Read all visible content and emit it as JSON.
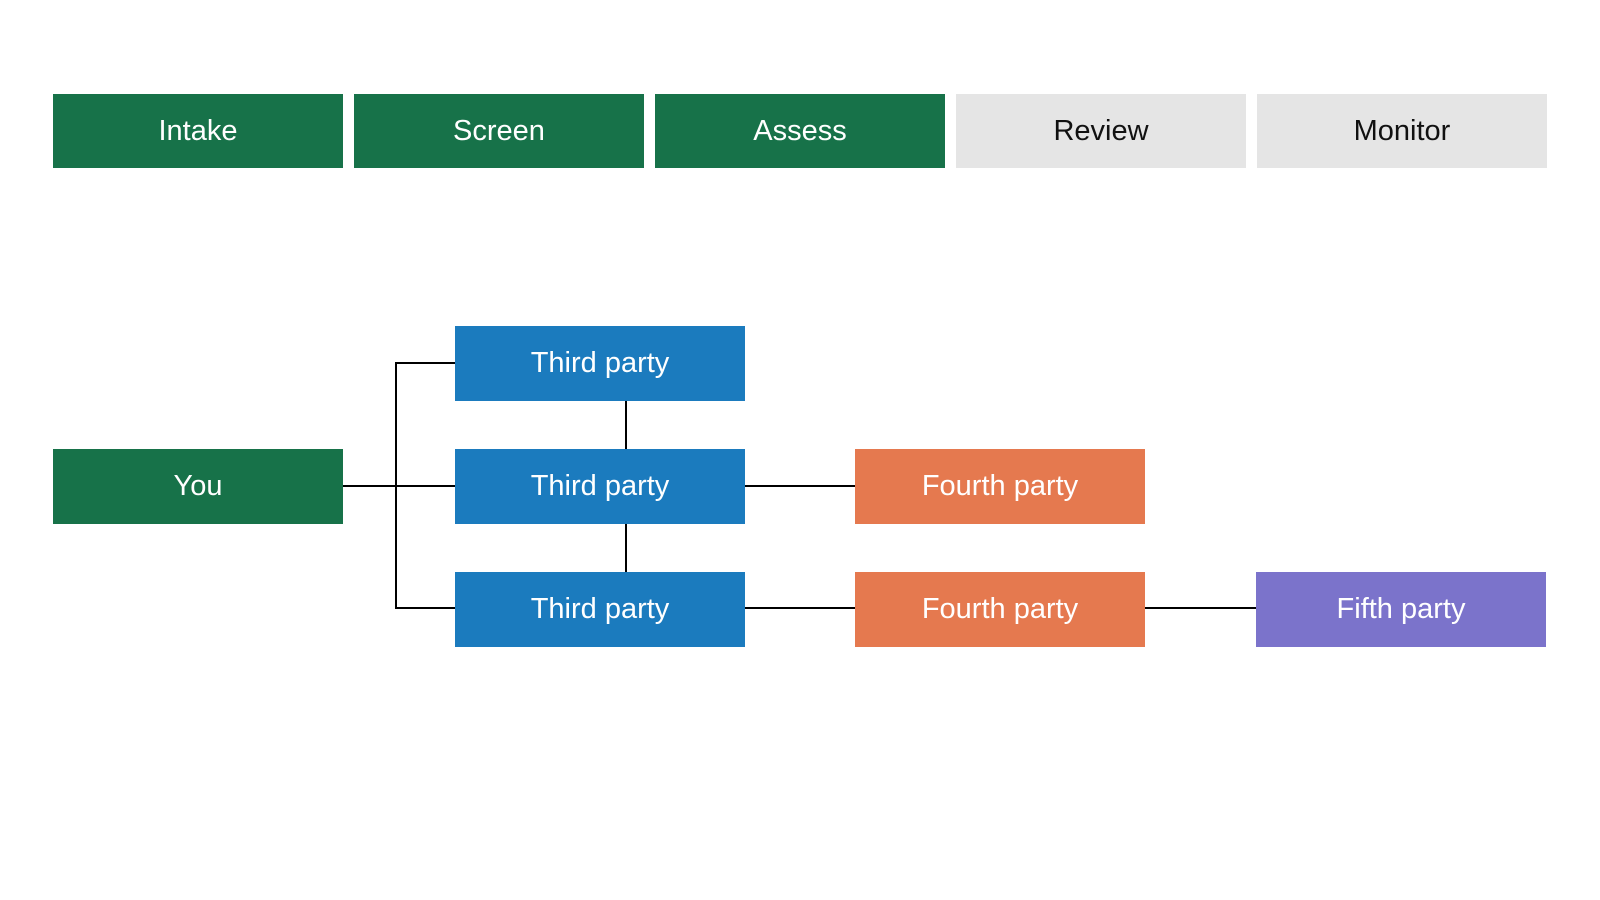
{
  "stages": [
    {
      "label": "Intake",
      "status": "highlighted"
    },
    {
      "label": "Screen",
      "status": "highlighted"
    },
    {
      "label": "Assess",
      "status": "highlighted"
    },
    {
      "label": "Review",
      "status": "dimmed"
    },
    {
      "label": "Monitor",
      "status": "dimmed"
    }
  ],
  "nodes": {
    "you": {
      "label": "You",
      "tier": "you"
    },
    "third_1": {
      "label": "Third party",
      "tier": "third"
    },
    "third_2": {
      "label": "Third party",
      "tier": "third"
    },
    "third_3": {
      "label": "Third party",
      "tier": "third"
    },
    "fourth_1": {
      "label": "Fourth party",
      "tier": "fourth"
    },
    "fourth_2": {
      "label": "Fourth party",
      "tier": "fourth"
    },
    "fifth_1": {
      "label": "Fifth party",
      "tier": "fifth"
    }
  },
  "edges": [
    {
      "from": "you",
      "to": "third_1"
    },
    {
      "from": "you",
      "to": "third_2"
    },
    {
      "from": "you",
      "to": "third_3"
    },
    {
      "from": "third_1",
      "to": "third_2"
    },
    {
      "from": "third_2",
      "to": "third_3"
    },
    {
      "from": "third_2",
      "to": "fourth_1"
    },
    {
      "from": "third_3",
      "to": "fourth_2"
    },
    {
      "from": "fourth_2",
      "to": "fifth_1"
    }
  ],
  "colors": {
    "stage_active_bg": "#177249",
    "stage_inactive_bg": "#E5E5E5",
    "you_bg": "#177249",
    "third_party_bg": "#1B7BBE",
    "fourth_party_bg": "#E5794F",
    "fifth_party_bg": "#7B73CB",
    "connector_line": "#000000",
    "text_on_color": "#ffffff",
    "text_on_gray": "#111111",
    "page_bg": "#ffffff"
  }
}
